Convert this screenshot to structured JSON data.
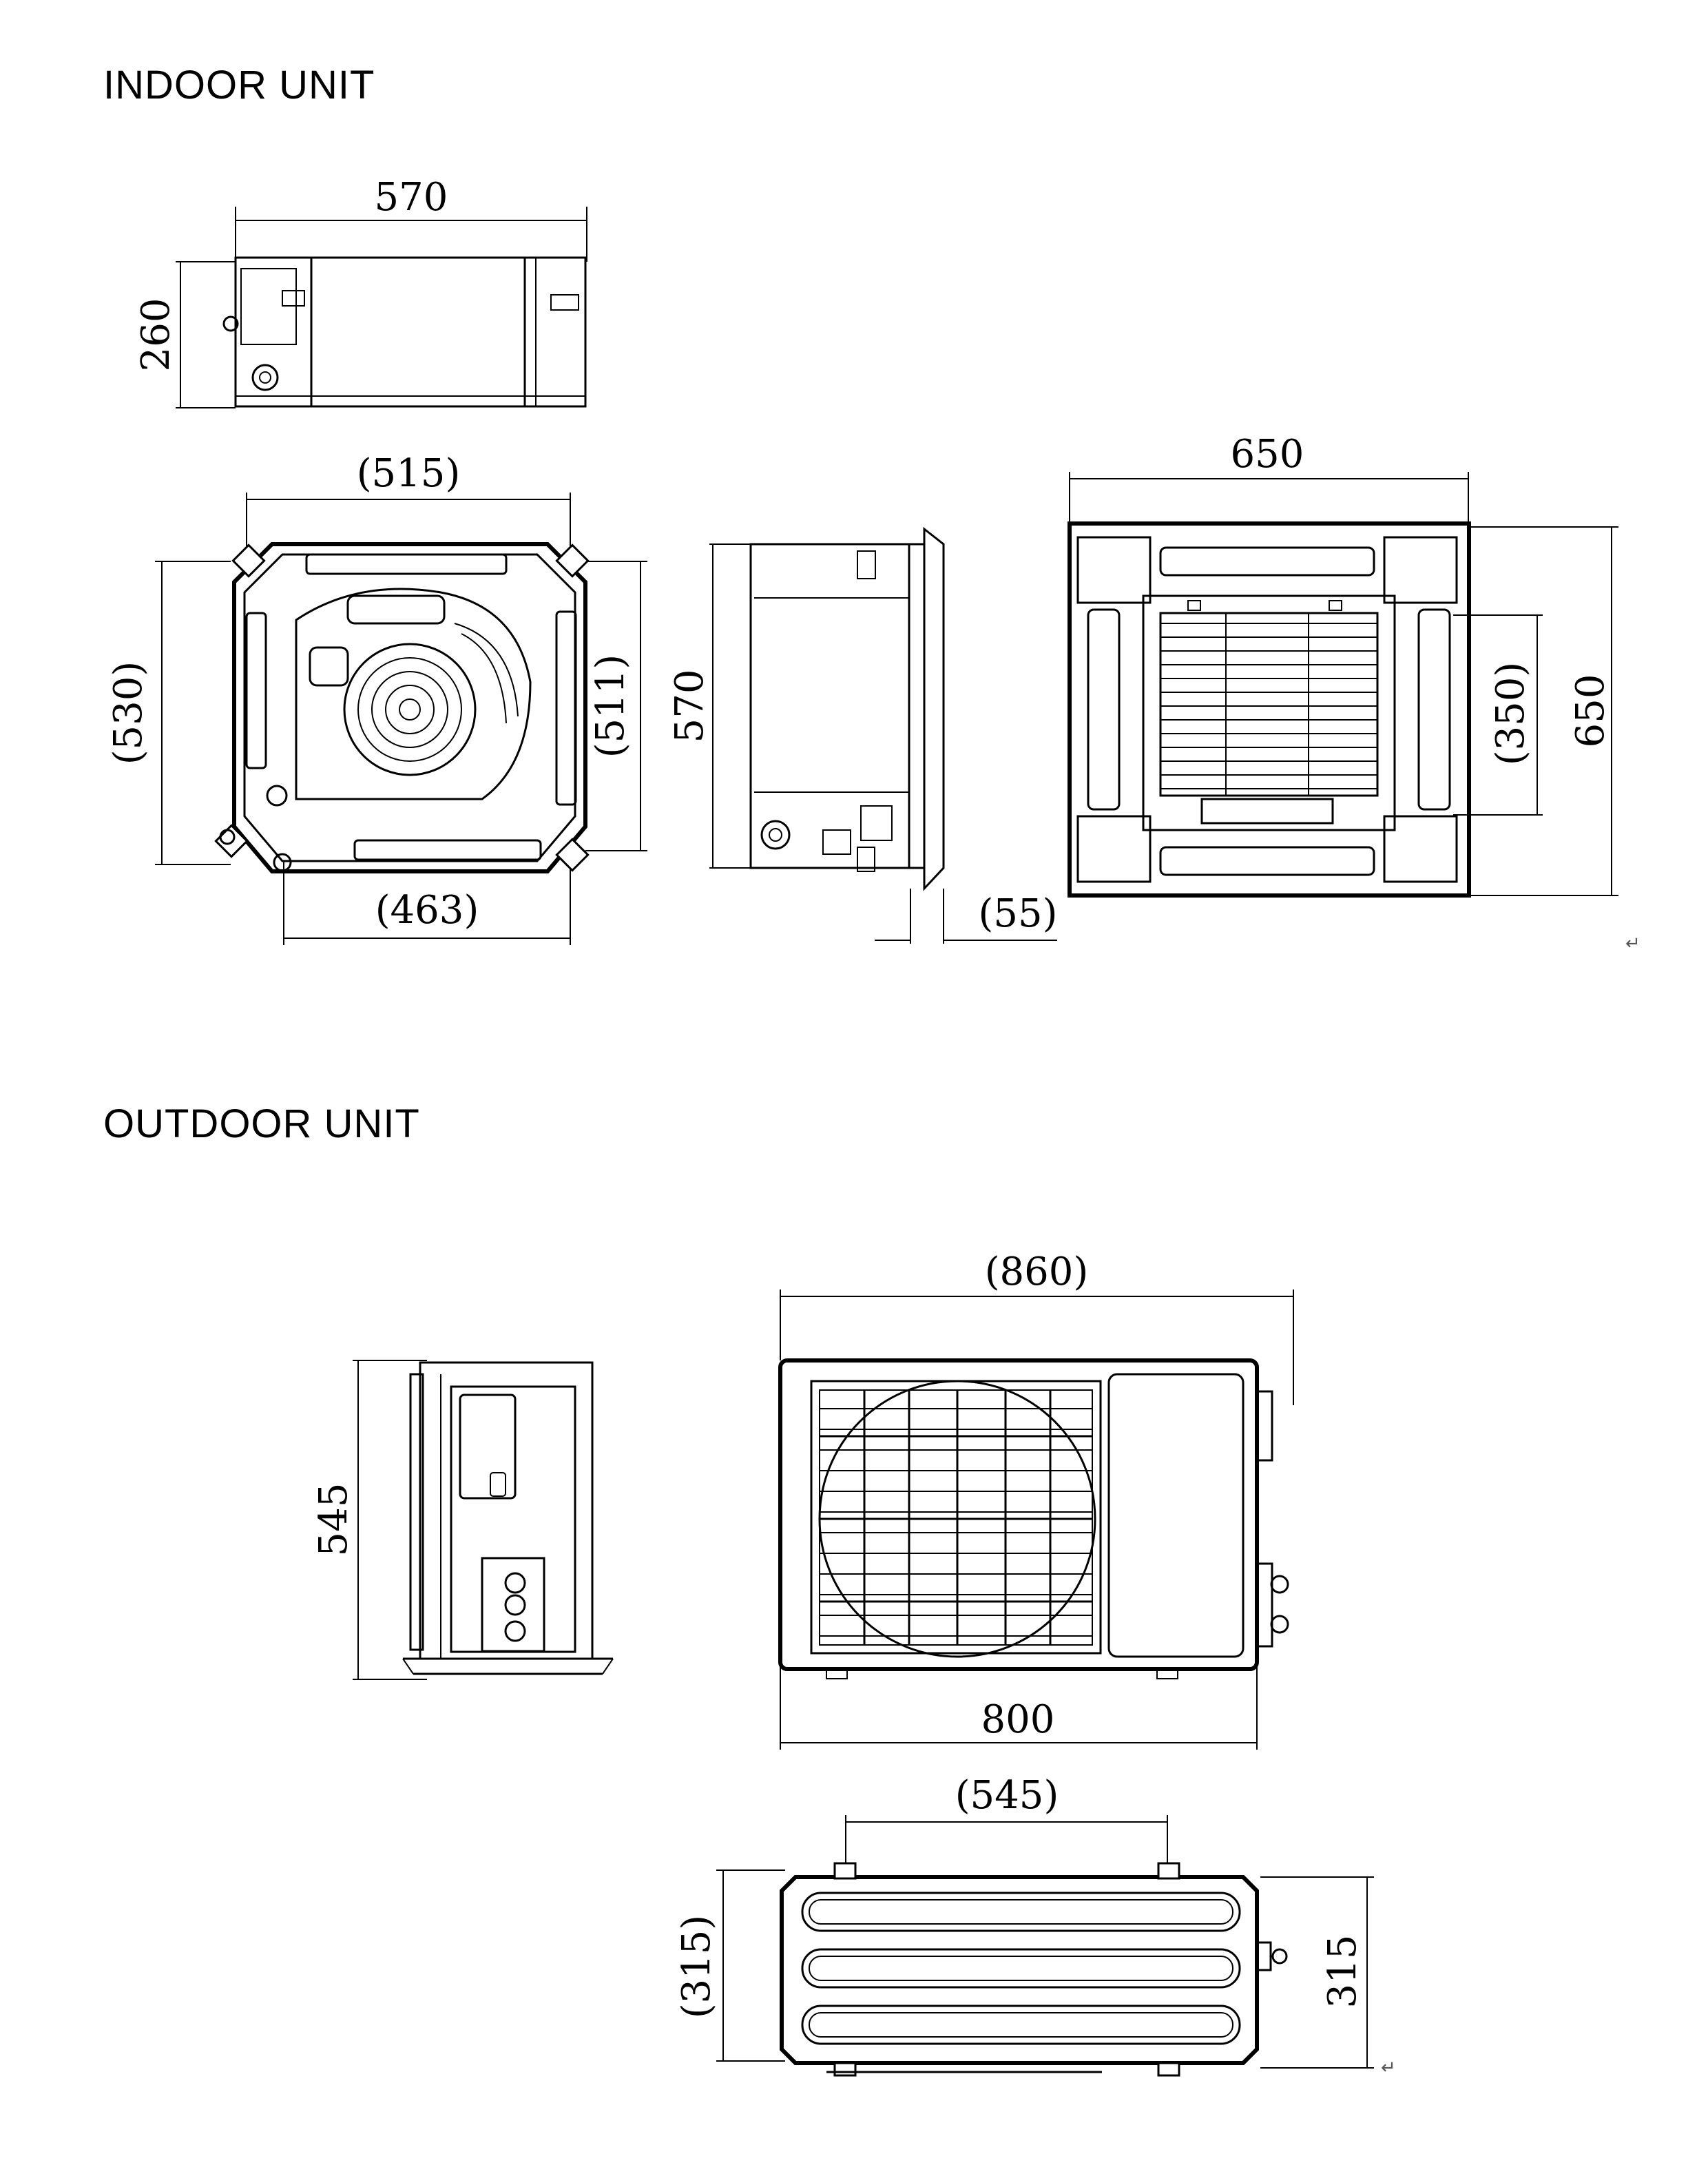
{
  "headings": {
    "indoor": "INDOOR UNIT",
    "outdoor": "OUTDOOR UNIT"
  },
  "indoor": {
    "top_view": {
      "width": "570",
      "height": "260"
    },
    "bottom_view": {
      "top_width": "(515)",
      "left_height": "(530)",
      "right_height": "(511)",
      "bottom_width": "(463)"
    },
    "side_view": {
      "height": "570",
      "panel_depth": "(55)"
    },
    "panel_view": {
      "width": "650",
      "height": "650",
      "inner_height": "(350)"
    }
  },
  "outdoor": {
    "side_view": {
      "height": "545"
    },
    "front_view": {
      "overall_width": "(860)",
      "body_width": "800"
    },
    "top_view": {
      "mount_spacing": "(545)",
      "left_depth": "(315)",
      "right_depth": "315"
    }
  },
  "return_marks": [
    "↵",
    "↵"
  ]
}
